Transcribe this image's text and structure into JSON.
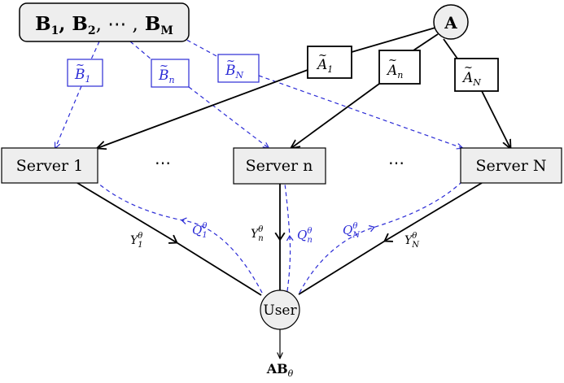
{
  "source_box": {
    "b1": "B",
    "b1_sub": "1",
    "b2": "B",
    "b2_sub": "2",
    "dots": ", ⋯ ,",
    "bm": "B",
    "bm_sub": "M",
    "sep": ","
  },
  "node_a": {
    "label": "A"
  },
  "shares_b": [
    {
      "base": "B",
      "sub": "1"
    },
    {
      "base": "B",
      "sub": "n"
    },
    {
      "base": "B",
      "sub": "N"
    }
  ],
  "shares_a": [
    {
      "base": "A",
      "sub": "1"
    },
    {
      "base": "A",
      "sub": "n"
    },
    {
      "base": "A",
      "sub": "N"
    }
  ],
  "servers": [
    {
      "label": "Server 1"
    },
    {
      "label": "Server n"
    },
    {
      "label": "Server N"
    }
  ],
  "server_gap_dots": "⋯",
  "answers": [
    {
      "base": "Y",
      "sub": "1",
      "sup": "θ"
    },
    {
      "base": "Y",
      "sub": "n",
      "sup": "θ"
    },
    {
      "base": "Y",
      "sub": "N",
      "sup": "θ"
    }
  ],
  "queries": [
    {
      "base": "Q",
      "sub": "1",
      "sup": "θ"
    },
    {
      "base": "Q",
      "sub": "n",
      "sup": "θ"
    },
    {
      "base": "Q",
      "sub": "N",
      "sup": "θ"
    }
  ],
  "user": {
    "label": "User"
  },
  "output": {
    "base": "AB",
    "sub": "θ"
  },
  "colors": {
    "query_blue": "#2b2bd6",
    "box_fill": "#eeeeee",
    "line": "#000000"
  }
}
